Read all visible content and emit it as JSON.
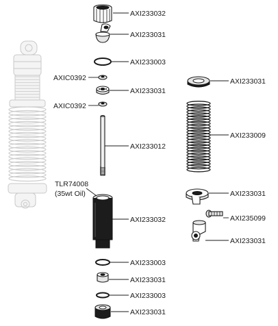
{
  "labels": {
    "cap_top": "AXI233032",
    "end_cap": "AXI233031",
    "oring_top": "AXI233003",
    "clip_1": "AXIC0392",
    "piston": "AXI233031",
    "clip_2": "AXIC0392",
    "shaft": "AXI233012",
    "oil_1": "TLR74008",
    "oil_2": "(35wt Oil)",
    "body": "AXI233032",
    "oring_mid": "AXI233003",
    "bushing": "AXI233031",
    "oring_low": "AXI233003",
    "bottom_cap": "AXI233031",
    "retainer_top": "AXI233031",
    "spring": "AXI233009",
    "retainer_bottom": "AXI233031",
    "screw": "AXI235099",
    "rod_end": "AXI233031"
  }
}
